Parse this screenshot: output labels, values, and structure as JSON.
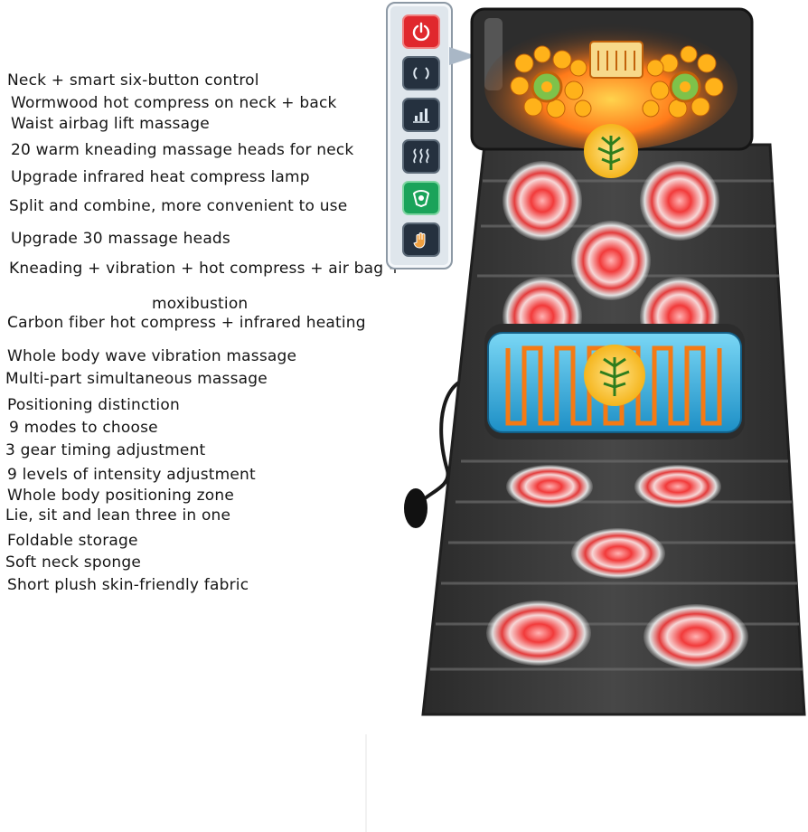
{
  "features": [
    "Neck + smart six-button control",
    "Wormwood hot compress on neck + back",
    "Waist airbag lift massage",
    "20 warm kneading massage heads for neck",
    "Upgrade infrared heat compress lamp",
    "Split and combine, more convenient to use",
    "Upgrade 30 massage heads",
    "Kneading + vibration + hot compress + air bag +",
    "moxibustion",
    "Carbon fiber hot compress + infrared heating",
    "Whole body wave vibration massage",
    "Multi-part simultaneous massage",
    "Positioning distinction",
    "9 modes to choose",
    "3 gear timing adjustment",
    "9 levels of intensity adjustment",
    "Whole body positioning zone",
    "Lie, sit and lean three in one",
    "Foldable storage",
    "Soft neck sponge",
    "Short plush skin-friendly fabric"
  ],
  "remote": {
    "buttons": [
      {
        "icon": "power-icon",
        "color": "#e0282d"
      },
      {
        "icon": "mode-cycle-icon",
        "color": "#25313f"
      },
      {
        "icon": "intensity-bars-icon",
        "color": "#25313f"
      },
      {
        "icon": "heat-waves-icon",
        "color": "#25313f"
      },
      {
        "icon": "neck-massage-icon",
        "color": "#1aa35a"
      },
      {
        "icon": "hand-touch-icon",
        "color": "#25313f"
      }
    ]
  },
  "colors": {
    "massage_head": "#e23a3a",
    "heater_orange": "#f4a21e",
    "waist_pad": "#37b4e6",
    "mat_body": "#3a3a3a"
  }
}
